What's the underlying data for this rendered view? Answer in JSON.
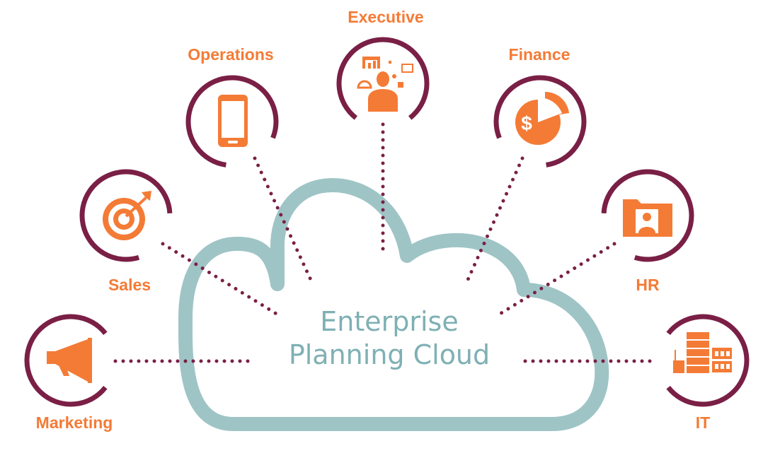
{
  "title": "Enterprise Planning Cloud",
  "cloud": {
    "line1": "Enterprise",
    "line2": "Planning Cloud"
  },
  "nodes": [
    {
      "id": "executive",
      "label": "Executive",
      "icon": "businessman-dashboard-icon"
    },
    {
      "id": "operations",
      "label": "Operations",
      "icon": "smartphone-icon"
    },
    {
      "id": "finance",
      "label": "Finance",
      "icon": "dollar-pie-chart-icon"
    },
    {
      "id": "sales",
      "label": "Sales",
      "icon": "target-arrow-icon"
    },
    {
      "id": "hr",
      "label": "HR",
      "icon": "employee-folder-icon"
    },
    {
      "id": "marketing",
      "label": "Marketing",
      "icon": "megaphone-icon"
    },
    {
      "id": "it",
      "label": "IT",
      "icon": "server-rack-icon"
    }
  ],
  "colors": {
    "accent": "#f47b36",
    "ring": "#7a1f45",
    "cloud": "#9fc4c6",
    "cloud_text": "#7fb0b4"
  }
}
